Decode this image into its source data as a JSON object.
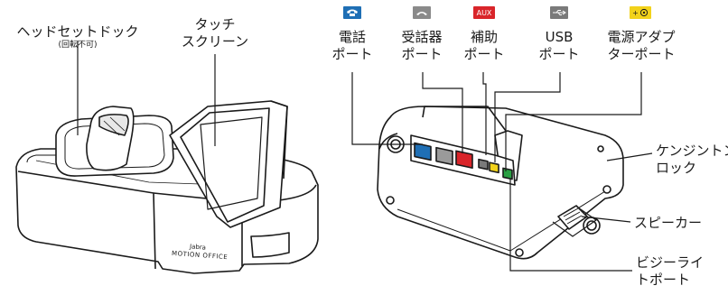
{
  "left_labels": {
    "headset_dock_line1": "ヘッドセットドック",
    "headset_dock_line2": "(回転不可)",
    "touchscreen_line1": "タッチ",
    "touchscreen_line2": "スクリーン"
  },
  "device_text": {
    "brand": "Jabra",
    "product": "MOTION OFFICE"
  },
  "ports": [
    {
      "icon": "phone-icon",
      "icon_text": "",
      "color": "#1f6fb5",
      "line1": "電話",
      "line2": "ポート"
    },
    {
      "icon": "handset-icon",
      "icon_text": "",
      "color": "#8a8a8a",
      "line1": "受話器",
      "line2": "ポート"
    },
    {
      "icon": "aux-icon",
      "icon_text": "AUX",
      "color": "#d9252a",
      "line1": "補助",
      "line2": "ポート"
    },
    {
      "icon": "usb-icon",
      "icon_text": "",
      "color": "#7a7a7a",
      "line1": "USB",
      "line2": "ポート"
    },
    {
      "icon": "power-adapter-icon",
      "icon_text": "+",
      "color": "#f2d21b",
      "line1": "電源アダプ",
      "line2": "ターポート"
    }
  ],
  "right_labels": {
    "kensington_line1": "ケンジントン",
    "kensington_line2": "ロック",
    "speaker": "スピーカー",
    "busylight_line1": "ビジーライ",
    "busylight_line2": "トポート"
  }
}
